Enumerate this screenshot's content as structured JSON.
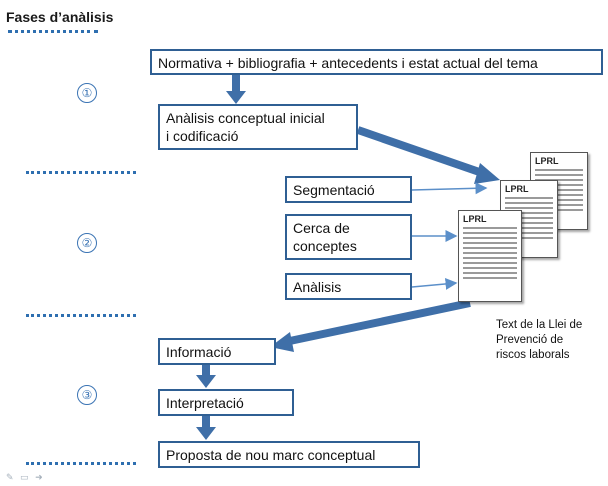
{
  "title": "Fases d’anàlisis",
  "phase_numbers": [
    "①",
    "②",
    "③"
  ],
  "boxes": {
    "normativa": "Normativa + bibliografia + antecedents i estat actual del tema",
    "analisis_conceptual": [
      "Anàlisis conceptual inicial",
      "i codificació"
    ],
    "segmentacio": "Segmentació",
    "cerca": [
      "Cerca de",
      "conceptes"
    ],
    "analisi": "Anàlisis",
    "informacio": "Informació",
    "interpretacio": "Interpretació",
    "proposta": "Proposta de nou marc conceptual"
  },
  "document_label": [
    "Text de la Llei de",
    "Prevenció de",
    "riscos laborals"
  ],
  "doc_heading": "LPRL",
  "colors": {
    "box_border": "#2f5f93",
    "arrow": "#3f6fa8",
    "dots": "#2e6fb0",
    "thin_arrow": "#5b8fc9"
  },
  "bottom_icons": [
    "pencil-icon",
    "screen-icon",
    "arrow-icon"
  ]
}
